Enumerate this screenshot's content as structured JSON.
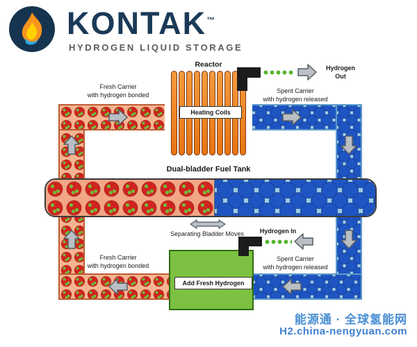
{
  "header": {
    "brand": "KONTAK",
    "trademark": "™",
    "subtitle": "HYDROGEN LIQUID STORAGE"
  },
  "diagram": {
    "reactor": "Reactor",
    "heating_coils": "Heating Coils",
    "fresh_carrier_top": {
      "line1": "Fresh Carrier",
      "line2": "with hydrogen bonded"
    },
    "spent_carrier_top": {
      "line1": "Spent Carrier",
      "line2": "with hydrogen released"
    },
    "hydrogen_out": {
      "line1": "Hydrogen",
      "line2": "Out"
    },
    "fuel_tank": "Dual-bladder Fuel Tank",
    "separating_bladder": "Separating Bladder Moves",
    "hydrogen_in": "Hydrogen In",
    "fresh_carrier_bottom": {
      "line1": "Fresh Carrier",
      "line2": "with hydrogen bonded"
    },
    "spent_carrier_bottom": {
      "line1": "Spent Carrier",
      "line2": "with hydrogen released"
    },
    "add_fresh_hydrogen": "Add Fresh Hydrogen"
  },
  "watermark": {
    "line1": "能源通 · 全球氢能网",
    "line2": "H2.china-nengyuan.com"
  },
  "colors": {
    "brand_navy": "#1b3a57",
    "fresh_pipe_bg": "#f7b490",
    "fresh_carrier_circle": "#d0241f",
    "hydrogen_dot_green": "#6fbe3b",
    "spent_pipe_bg": "#a8d5ec",
    "spent_carrier_circle": "#1e55c3",
    "heating_coil_orange": "#ef8420",
    "add_hydrogen_green": "#7cc142",
    "watermark_blue": "#4a8fd3"
  }
}
